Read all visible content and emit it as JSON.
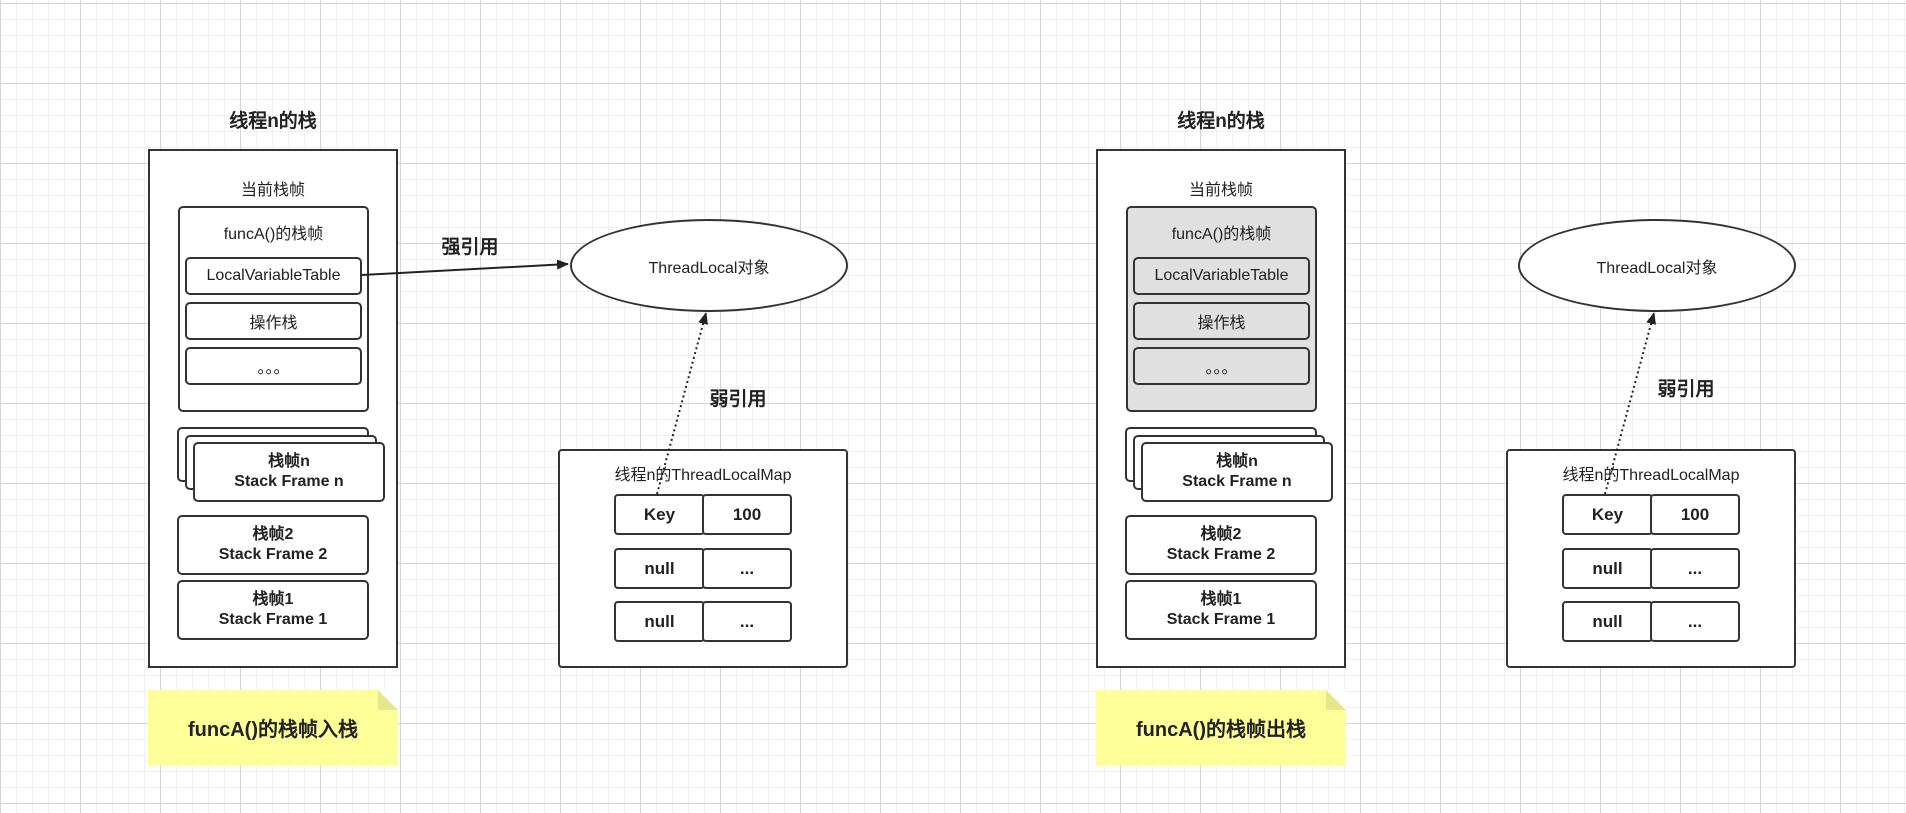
{
  "panels": [
    {
      "stack_title": "线程n的栈",
      "current_frame_label": "当前栈帧",
      "funcA_frame_label": "funcA()的栈帧",
      "funcA_frame_highlighted": false,
      "funcA_rows": [
        "LocalVariableTable",
        "操作栈",
        "。。。"
      ],
      "stack_frames": [
        {
          "line1": "栈帧n",
          "line2": "Stack Frame n"
        },
        {
          "line1": "栈帧2",
          "line2": "Stack Frame 2"
        },
        {
          "line1": "栈帧1",
          "line2": "Stack Frame 1"
        }
      ],
      "strong_ref_label": "强引用",
      "threadlocal_label": "ThreadLocal对象",
      "weak_ref_label": "弱引用",
      "map_title": "线程n的ThreadLocalMap",
      "map_rows": [
        {
          "key": "Key",
          "value": "100"
        },
        {
          "key": "null",
          "value": "..."
        },
        {
          "key": "null",
          "value": "..."
        }
      ],
      "note": "funcA()的栈帧入栈"
    },
    {
      "stack_title": "线程n的栈",
      "current_frame_label": "当前栈帧",
      "funcA_frame_label": "funcA()的栈帧",
      "funcA_frame_highlighted": true,
      "funcA_rows": [
        "LocalVariableTable",
        "操作栈",
        "。。。"
      ],
      "stack_frames": [
        {
          "line1": "栈帧n",
          "line2": "Stack Frame n"
        },
        {
          "line1": "栈帧2",
          "line2": "Stack Frame 2"
        },
        {
          "line1": "栈帧1",
          "line2": "Stack Frame 1"
        }
      ],
      "strong_ref_label": "",
      "threadlocal_label": "ThreadLocal对象",
      "weak_ref_label": "弱引用",
      "map_title": "线程n的ThreadLocalMap",
      "map_rows": [
        {
          "key": "Key",
          "value": "100"
        },
        {
          "key": "null",
          "value": "..."
        },
        {
          "key": "null",
          "value": "..."
        }
      ],
      "note": "funcA()的栈帧出栈"
    }
  ],
  "colors": {
    "stroke": "#333333",
    "note_fill": "#ffff99",
    "gray_fill": "#e0e0e0"
  }
}
